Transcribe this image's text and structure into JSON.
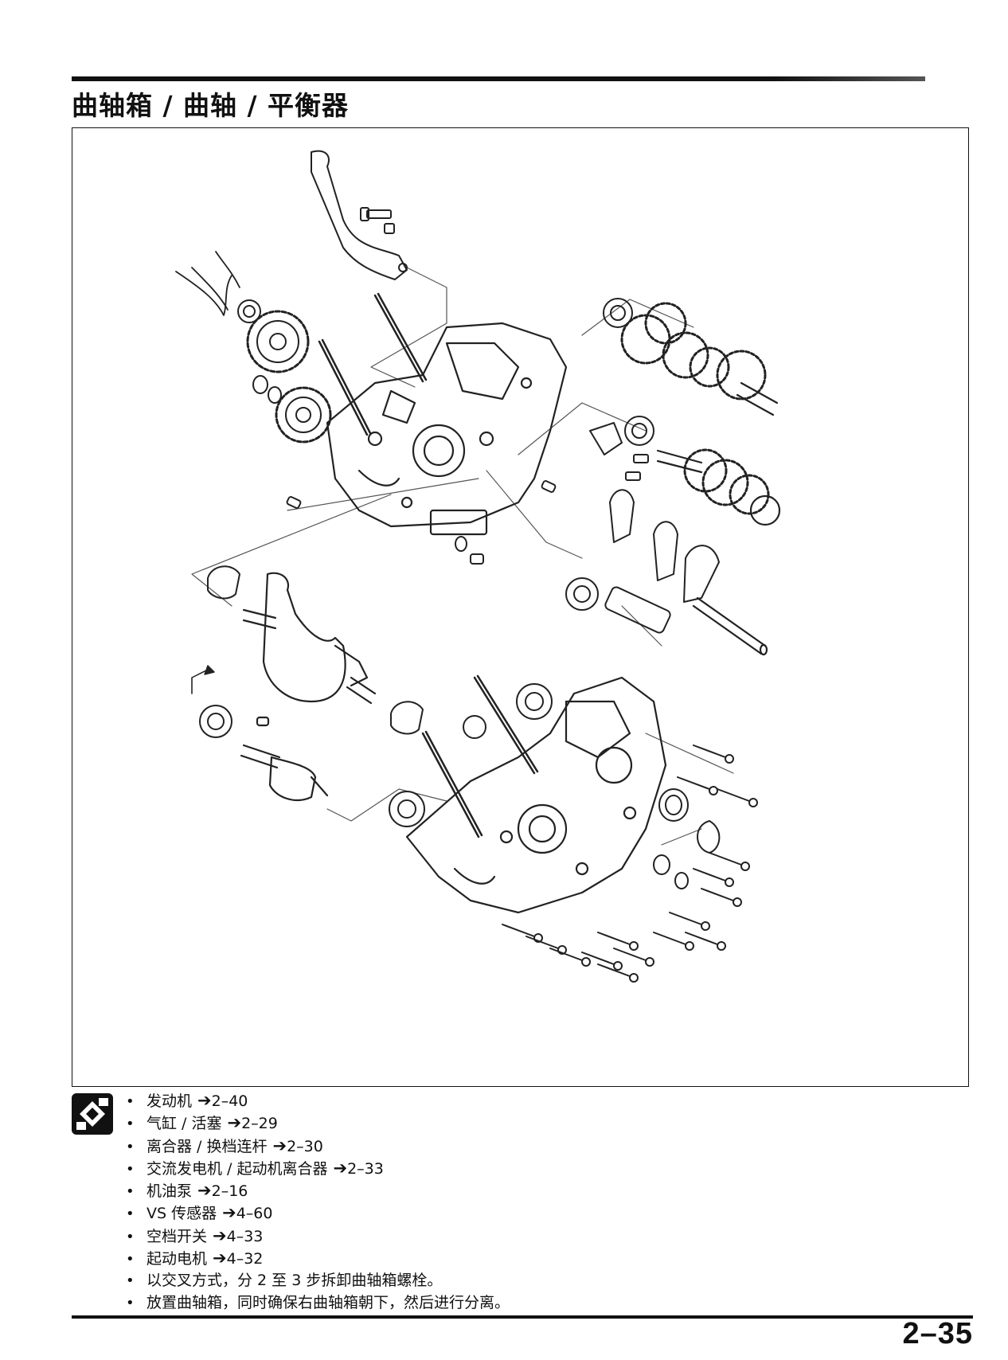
{
  "header": {
    "title": "曲轴箱 / 曲轴 / 平衡器"
  },
  "figure": {
    "subject": "exploded-view-crankcase-crankshaft-balancer"
  },
  "icons": {
    "procedure": "disassembly-procedure-icon",
    "reference_arrow": "➔"
  },
  "steps": [
    {
      "text": "发动机",
      "ref": "2–40"
    },
    {
      "text": "气缸 / 活塞",
      "ref": "2–29"
    },
    {
      "text": "离合器 / 换档连杆",
      "ref": "2–30"
    },
    {
      "text": "交流发电机 / 起动机离合器",
      "ref": "2–33"
    },
    {
      "text": "机油泵",
      "ref": "2–16"
    },
    {
      "text": "VS 传感器",
      "ref": "4–60"
    },
    {
      "text": "空档开关",
      "ref": "4–33"
    },
    {
      "text": "起动电机",
      "ref": "4–32"
    },
    {
      "text": "以交叉方式，分 2 至 3 步拆卸曲轴箱螺栓。",
      "ref": ""
    },
    {
      "text": "放置曲轴箱，同时确保右曲轴箱朝下，然后进行分离。",
      "ref": ""
    }
  ],
  "footer": {
    "page_number": "2–35"
  }
}
